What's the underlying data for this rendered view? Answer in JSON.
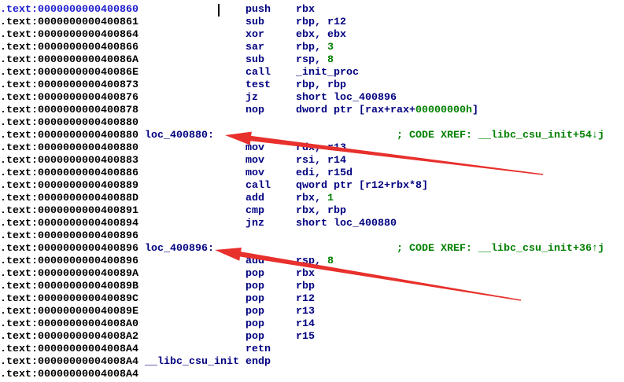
{
  "colors": {
    "background": "#ffffff",
    "address": "#000000",
    "current_address": "#1a1acd",
    "code": "#000080",
    "number": "#008000",
    "comment": "#008000",
    "cursor": "#000000",
    "annotation": "#e8302c"
  },
  "listing": {
    "lines": [
      {
        "addr": ".text:0000000000400860",
        "mnemonic": "push",
        "operands": [
          {
            "text": "rbx"
          }
        ],
        "current": true
      },
      {
        "addr": ".text:0000000000400861",
        "mnemonic": "sub",
        "operands": [
          {
            "text": "rbp, r12"
          }
        ]
      },
      {
        "addr": ".text:0000000000400864",
        "mnemonic": "xor",
        "operands": [
          {
            "text": "ebx, ebx"
          }
        ]
      },
      {
        "addr": ".text:0000000000400866",
        "mnemonic": "sar",
        "operands": [
          {
            "text": "rbp, "
          },
          {
            "text": "3",
            "num": true
          }
        ]
      },
      {
        "addr": ".text:000000000040086A",
        "mnemonic": "sub",
        "operands": [
          {
            "text": "rsp, "
          },
          {
            "text": "8",
            "num": true
          }
        ]
      },
      {
        "addr": ".text:000000000040086E",
        "mnemonic": "call",
        "operands": [
          {
            "text": "_init_proc",
            "ref": true
          }
        ]
      },
      {
        "addr": ".text:0000000000400873",
        "mnemonic": "test",
        "operands": [
          {
            "text": "rbp, rbp"
          }
        ]
      },
      {
        "addr": ".text:0000000000400876",
        "mnemonic": "jz",
        "operands": [
          {
            "text": "short "
          },
          {
            "text": "loc_400896",
            "ref": true
          }
        ]
      },
      {
        "addr": ".text:0000000000400878",
        "mnemonic": "nop",
        "operands": [
          {
            "text": "dword ptr [rax+rax+"
          },
          {
            "text": "00000000h",
            "num": true
          },
          {
            "text": "]"
          }
        ]
      },
      {
        "addr": ".text:0000000000400880"
      },
      {
        "addr": ".text:0000000000400880",
        "label": "loc_400880:",
        "comment": "; CODE XREF: __libc_csu_init+54↓j"
      },
      {
        "addr": ".text:0000000000400880",
        "mnemonic": "mov",
        "operands": [
          {
            "text": "rdx, r13"
          }
        ]
      },
      {
        "addr": ".text:0000000000400883",
        "mnemonic": "mov",
        "operands": [
          {
            "text": "rsi, r14"
          }
        ]
      },
      {
        "addr": ".text:0000000000400886",
        "mnemonic": "mov",
        "operands": [
          {
            "text": "edi, r15d"
          }
        ]
      },
      {
        "addr": ".text:0000000000400889",
        "mnemonic": "call",
        "operands": [
          {
            "text": "qword ptr [r12+rbx*8]"
          }
        ]
      },
      {
        "addr": ".text:000000000040088D",
        "mnemonic": "add",
        "operands": [
          {
            "text": "rbx, "
          },
          {
            "text": "1",
            "num": true
          }
        ]
      },
      {
        "addr": ".text:0000000000400891",
        "mnemonic": "cmp",
        "operands": [
          {
            "text": "rbx, rbp"
          }
        ]
      },
      {
        "addr": ".text:0000000000400894",
        "mnemonic": "jnz",
        "operands": [
          {
            "text": "short "
          },
          {
            "text": "loc_400880",
            "ref": true
          }
        ]
      },
      {
        "addr": ".text:0000000000400896"
      },
      {
        "addr": ".text:0000000000400896",
        "label": "loc_400896:",
        "comment": "; CODE XREF: __libc_csu_init+36↑j"
      },
      {
        "addr": ".text:0000000000400896",
        "mnemonic": "add",
        "operands": [
          {
            "text": "rsp, "
          },
          {
            "text": "8",
            "num": true
          }
        ]
      },
      {
        "addr": ".text:000000000040089A",
        "mnemonic": "pop",
        "operands": [
          {
            "text": "rbx"
          }
        ]
      },
      {
        "addr": ".text:000000000040089B",
        "mnemonic": "pop",
        "operands": [
          {
            "text": "rbp"
          }
        ]
      },
      {
        "addr": ".text:000000000040089C",
        "mnemonic": "pop",
        "operands": [
          {
            "text": "r12"
          }
        ]
      },
      {
        "addr": ".text:000000000040089E",
        "mnemonic": "pop",
        "operands": [
          {
            "text": "r13"
          }
        ]
      },
      {
        "addr": ".text:00000000004008A0",
        "mnemonic": "pop",
        "operands": [
          {
            "text": "r14"
          }
        ]
      },
      {
        "addr": ".text:00000000004008A2",
        "mnemonic": "pop",
        "operands": [
          {
            "text": "r15"
          }
        ]
      },
      {
        "addr": ".text:00000000004008A4",
        "mnemonic": "retn"
      },
      {
        "addr": ".text:00000000004008A4",
        "label": "__libc_csu_init",
        "mnemonic": "endp"
      },
      {
        "addr": ".text:00000000004008A4"
      }
    ]
  }
}
